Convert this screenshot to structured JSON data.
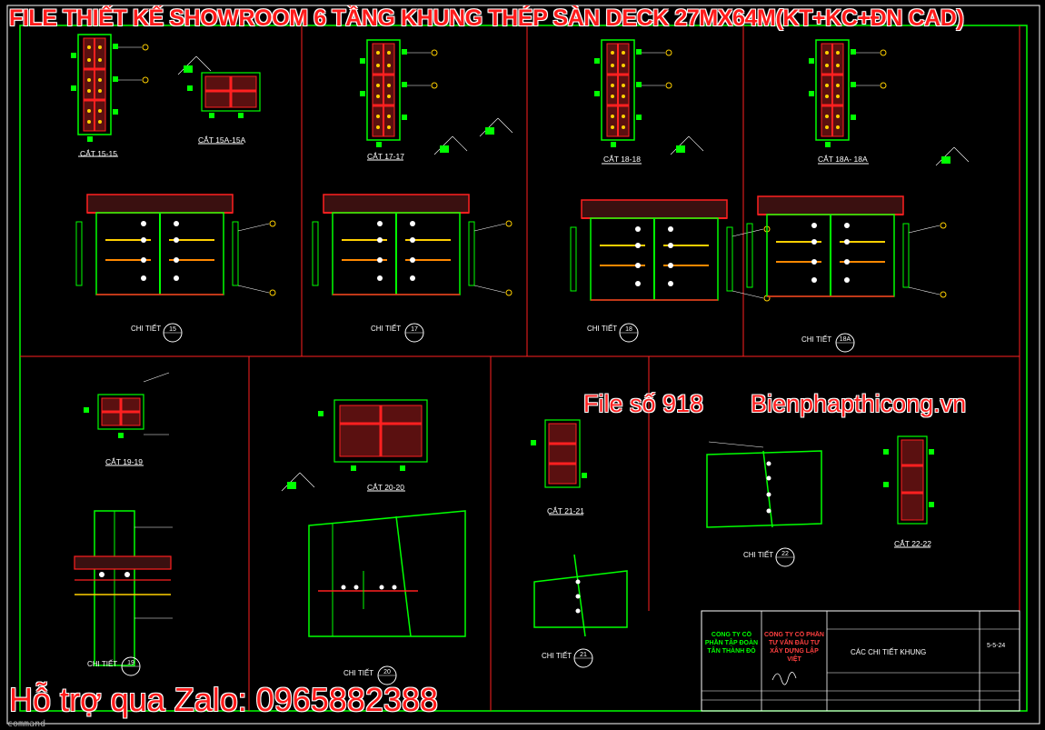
{
  "watermark": {
    "title": "FILE THIẾT KẾ SHOWROOM 6 TẦNG KHUNG THÉP SÀN DECK  27MX64M(KT+KC+ĐN CAD)",
    "file_no": "File số 918",
    "site": "Bienphapthicong.vn",
    "zalo": "Hỗ trợ qua Zalo: 0965882388"
  },
  "command_line": "command",
  "colors": {
    "frame": "#ff2020",
    "steel": "#00ff00",
    "plate": "#ff2020",
    "bolt": "#ffffff",
    "bar": "#ffd000"
  },
  "sections": [
    {
      "label": "CẮT 15-15"
    },
    {
      "label": "CẮT 15A-15A"
    },
    {
      "label": "CẮT 17-17"
    },
    {
      "label": "CẮT 18-18"
    },
    {
      "label": "CẮT 18A- 18A"
    },
    {
      "label": "CẮT 19-19"
    },
    {
      "label": "CẮT 20-20"
    },
    {
      "label": "CẮT 21-21"
    },
    {
      "label": "CẮT 22-22"
    }
  ],
  "details": [
    {
      "label": "CHI TIẾT",
      "num": "15"
    },
    {
      "label": "CHI TIẾT",
      "num": "17"
    },
    {
      "label": "CHI TIẾT",
      "num": "18"
    },
    {
      "label": "CHI TIẾT",
      "num": "18A"
    },
    {
      "label": "CHI TIẾT",
      "num": "19"
    },
    {
      "label": "CHI TIẾT",
      "num": "20"
    },
    {
      "label": "CHI TIẾT",
      "num": "21"
    },
    {
      "label": "CHI TIẾT",
      "num": "22"
    }
  ],
  "title_block": {
    "company_left": "CÔNG TY CỔ PHẦN TẬP ĐOÀN TÂN THÀNH ĐÔ",
    "company_right": "CÔNG TY CỔ PHẦN TƯ VẤN ĐẦU TƯ XÂY DỰNG LẬP VIỆT",
    "drawing_name": "CÁC CHI TIẾT KHUNG",
    "date": "5-5-24"
  }
}
